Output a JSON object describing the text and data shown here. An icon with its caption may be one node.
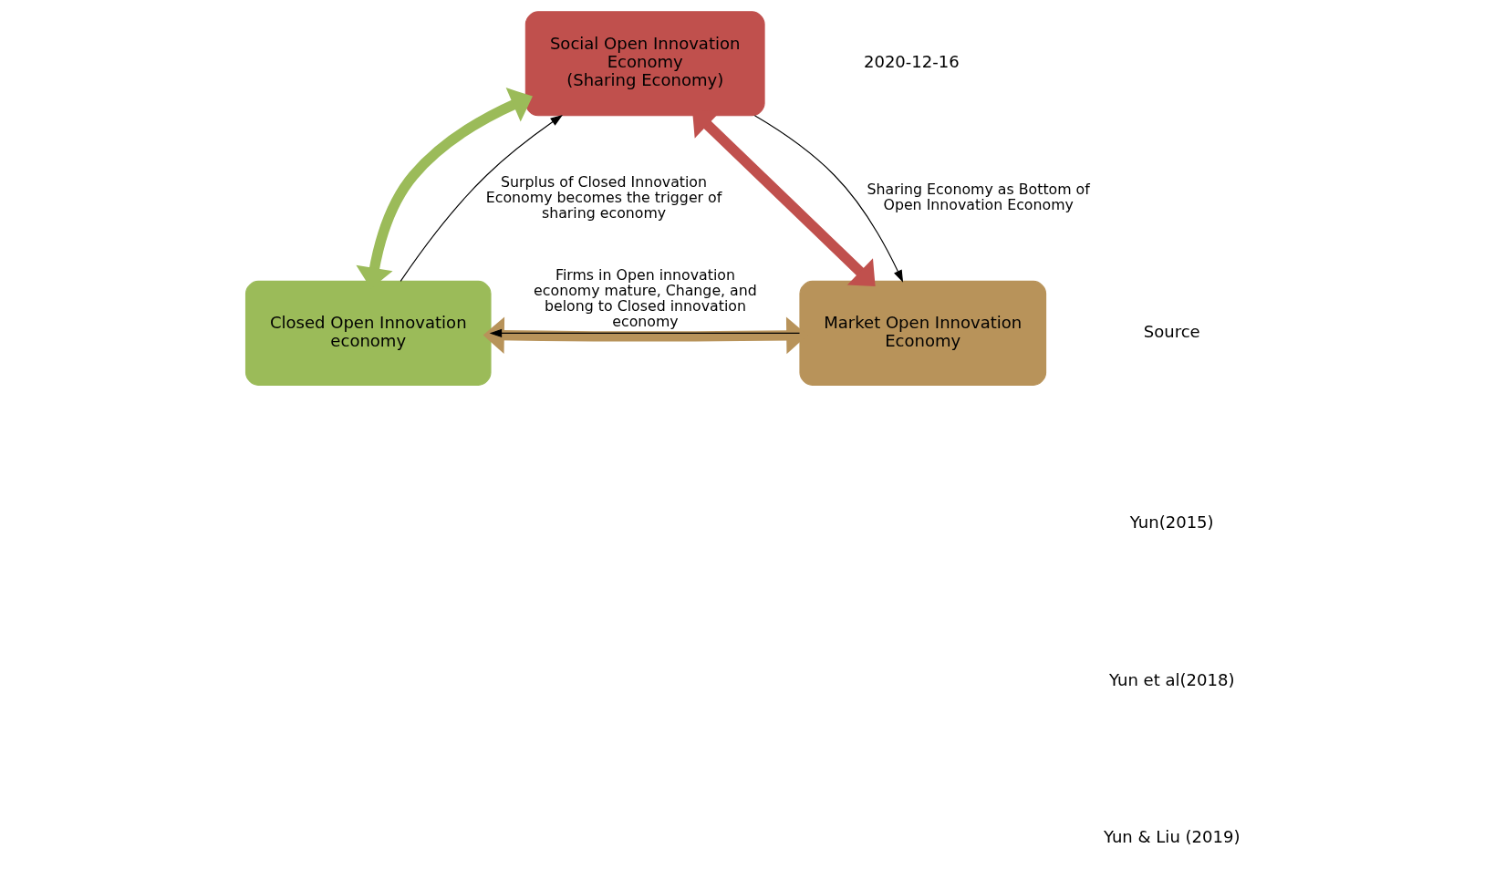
{
  "diagram": {
    "nodes": [
      {
        "text": [
          "Social Open Innovation Economy",
          "(Sharing Economy)"
        ]
      },
      {
        "text": [
          "Closed Open Innovation economy"
        ]
      },
      {
        "text": [
          "Market Open Innovation Economy"
        ]
      }
    ],
    "edges": [
      {
        "from": 1,
        "to": 0,
        "arrow": "both",
        "style": "thick",
        "color": "#9bbb59"
      },
      {
        "from": 0,
        "to": 2,
        "arrow": "both",
        "style": "thick",
        "color": "#c0504d"
      },
      {
        "from": 1,
        "to": 2,
        "arrow": "both",
        "style": "thick",
        "color": "#b8935a"
      },
      {
        "from": 1,
        "to": 0,
        "arrow": "to",
        "label": "Surplus of Closed Innovation Economy becomes the trigger of sharing economy"
      },
      {
        "from": 0,
        "to": 2,
        "arrow": "to",
        "label": "Sharing Economy as Bottom of Open Innovation Economy"
      },
      {
        "from": 2,
        "to": 1,
        "arrow": "to",
        "label": "Firms in Open innovation economy mature, Change, and belong to Closed innovation economy"
      }
    ],
    "labels": [
      "Source",
      "Yun(2015)",
      "Yun et al(2018)",
      "Yun & Liu (2019)",
      "2020-12-16"
    ]
  }
}
